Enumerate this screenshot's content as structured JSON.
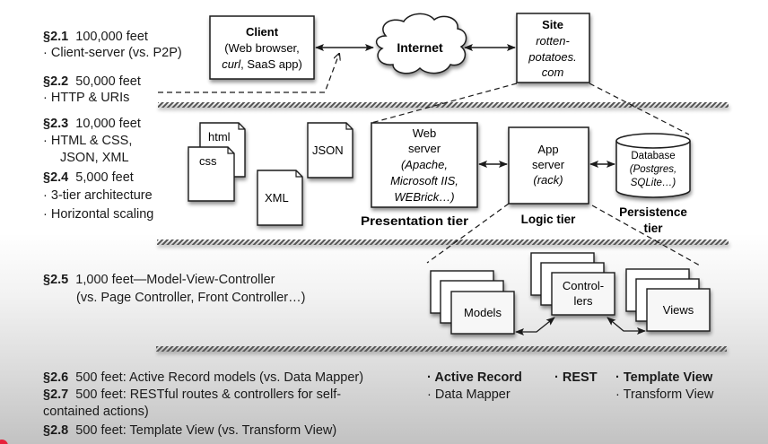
{
  "left_column": {
    "s21": {
      "num": "§2.1",
      "title": "100,000 feet",
      "bullets": [
        "Client-server (vs. P2P)"
      ]
    },
    "s22": {
      "num": "§2.2",
      "title": "50,000 feet",
      "bullets": [
        "HTTP & URIs"
      ]
    },
    "s23": {
      "num": "§2.3",
      "title": "10,000 feet",
      "bullets": [
        "HTML & CSS,",
        "JSON, XML"
      ]
    },
    "s24": {
      "num": "§2.4",
      "title": "5,000 feet",
      "bullets": [
        "3-tier architecture",
        "Horizontal scaling"
      ]
    },
    "s25": {
      "num": "§2.5",
      "title": "1,000 feet—Model-View-Controller",
      "line2": "(vs. Page Controller, Front Controller…)"
    },
    "s26": {
      "num": "§2.6",
      "title": "500 feet: Active Record models (vs. Data Mapper)"
    },
    "s27": {
      "num": "§2.7",
      "title": "500 feet: RESTful routes & controllers for self-",
      "line2": "contained actions)"
    },
    "s28": {
      "num": "§2.8",
      "title": "500 feet: Template View (vs. Transform View)"
    }
  },
  "bullet_char": "·",
  "top_row": {
    "client": {
      "title": "Client",
      "line1": "(Web browser,",
      "line2_italic": "curl",
      "line2_rest": ", SaaS app)"
    },
    "internet": {
      "label": "Internet"
    },
    "site": {
      "title": "Site",
      "lines": [
        "rotten-",
        "potatoes.",
        "com"
      ]
    }
  },
  "documents": {
    "html": "html",
    "css": "css",
    "json": "JSON",
    "xml": "XML"
  },
  "tiers": {
    "web_server": {
      "lines": [
        "Web",
        "server"
      ],
      "italic": [
        "(Apache,",
        "Microsoft IIS,",
        "WEBrick…)"
      ],
      "caption": "Presentation tier"
    },
    "app_server": {
      "lines": [
        "App",
        "server"
      ],
      "italic": [
        "(rack)"
      ],
      "caption": "Logic tier"
    },
    "database": {
      "lines": [
        "Database"
      ],
      "italic": [
        "(Postgres,",
        "SQLite…)"
      ],
      "caption": [
        "Persistence",
        "tier"
      ]
    }
  },
  "mvc": {
    "models": "Models",
    "controllers": [
      "Control-",
      "lers"
    ],
    "views": "Views"
  },
  "patterns": {
    "col1": {
      "bold": "Active Record",
      "normal": "Data Mapper"
    },
    "col2": {
      "bold": "REST"
    },
    "col3": {
      "bold": "Template View",
      "normal": "Transform View"
    }
  },
  "colors": {
    "stroke": "#1a1a1a",
    "hatch": "#555555",
    "background_top": "#ffffff",
    "background_bottom": "#c2c2c2",
    "red_marker": "#e8213a"
  }
}
